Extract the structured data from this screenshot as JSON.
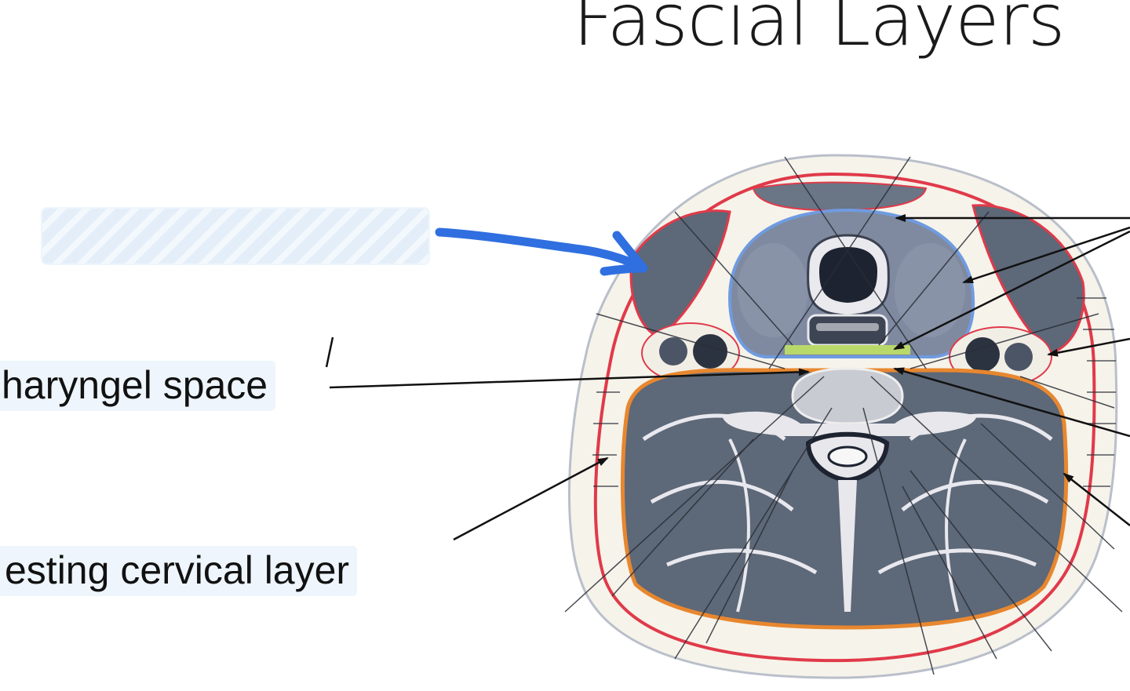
{
  "title": "Fascial Layers",
  "labels": {
    "retropharyngeal": "haryngel space",
    "investing": "esting cervical layer"
  },
  "colors": {
    "muscle": "#5d6878",
    "muscle_dark": "#4b5565",
    "skin": "#f6f3ea",
    "investing_fascia": "#e03a4a",
    "pretracheal_fascia": "#6f9be0",
    "prevertebral_fascia": "#e8872f",
    "buccopharyngeal": "#b9d86a",
    "pen_arrow": "#2f6fe0",
    "label_bg": "#eef5fc"
  },
  "icons": {
    "handwritten_arrow": "pen-arrow-icon"
  }
}
